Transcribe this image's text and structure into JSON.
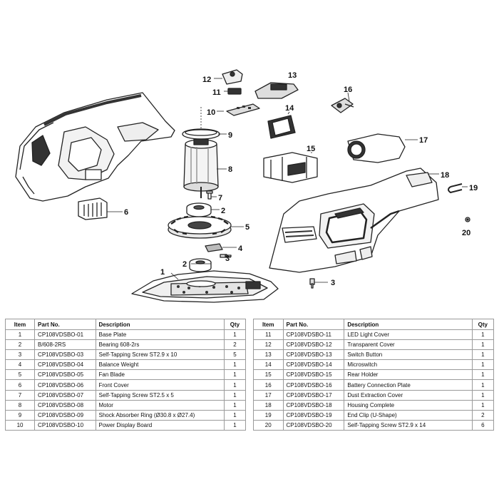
{
  "callouts": [
    "1",
    "2",
    "2",
    "3",
    "3",
    "4",
    "5",
    "6",
    "7",
    "8",
    "9",
    "10",
    "11",
    "12",
    "13",
    "14",
    "15",
    "16",
    "17",
    "18",
    "19",
    "20"
  ],
  "table": {
    "headers": {
      "item": "Item",
      "part": "Part No.",
      "description": "Description",
      "qty": "Qty"
    },
    "left_rows": [
      {
        "item": "1",
        "part": "CP108VDSBO-01",
        "description": "Base Plate",
        "qty": "1"
      },
      {
        "item": "2",
        "part": "B/608-2RS",
        "description": "Bearing 608-2rs",
        "qty": "2"
      },
      {
        "item": "3",
        "part": "CP108VDSBO-03",
        "description": "Self-Tapping Screw ST2.9 x 10",
        "qty": "5"
      },
      {
        "item": "4",
        "part": "CP108VDSBO-04",
        "description": "Balance Weight",
        "qty": "1"
      },
      {
        "item": "5",
        "part": "CP108VDSBO-05",
        "description": "Fan Blade",
        "qty": "1"
      },
      {
        "item": "6",
        "part": "CP108VDSBO-06",
        "description": "Front Cover",
        "qty": "1"
      },
      {
        "item": "7",
        "part": "CP108VDSBO-07",
        "description": "Self-Tapping Screw ST2.5 x 5",
        "qty": "1"
      },
      {
        "item": "8",
        "part": "CP108VDSBO-08",
        "description": "Motor",
        "qty": "1"
      },
      {
        "item": "9",
        "part": "CP108VDSBO-09",
        "description": "Shock Absorber Ring (Ø30.8 x Ø27.4)",
        "qty": "1"
      },
      {
        "item": "10",
        "part": "CP108VDSBO-10",
        "description": "Power Display Board",
        "qty": "1"
      }
    ],
    "right_rows": [
      {
        "item": "11",
        "part": "CP108VDSBO-11",
        "description": "LED Light Cover",
        "qty": "1"
      },
      {
        "item": "12",
        "part": "CP108VDSBO-12",
        "description": "Transparent Cover",
        "qty": "1"
      },
      {
        "item": "13",
        "part": "CP108VDSBO-13",
        "description": "Switch Button",
        "qty": "1"
      },
      {
        "item": "14",
        "part": "CP108VDSBO-14",
        "description": "Microswitch",
        "qty": "1"
      },
      {
        "item": "15",
        "part": "CP108VDSBO-15",
        "description": "Rear Holder",
        "qty": "1"
      },
      {
        "item": "16",
        "part": "CP108VDSBO-16",
        "description": "Battery Connection Plate",
        "qty": "1"
      },
      {
        "item": "17",
        "part": "CP108VDSBO-17",
        "description": "Dust Extraction Cover",
        "qty": "1"
      },
      {
        "item": "18",
        "part": "CP108VDSBO-18",
        "description": "Housing Complete",
        "qty": "1"
      },
      {
        "item": "19",
        "part": "CP108VDSBO-19",
        "description": "End Clip (U-Shape)",
        "qty": "2"
      },
      {
        "item": "20",
        "part": "CP108VDSBO-20",
        "description": "Self-Tapping Screw ST2.9 x 14",
        "qty": "6"
      }
    ]
  }
}
